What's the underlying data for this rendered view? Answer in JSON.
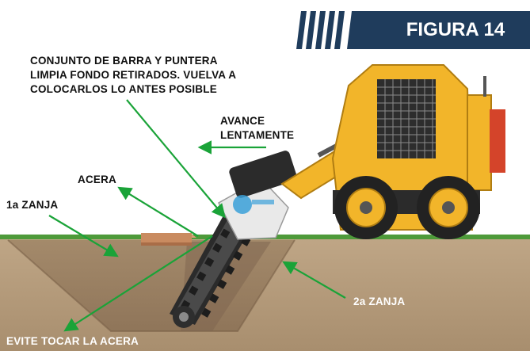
{
  "figure": {
    "label": "FIGURA 14",
    "accent_color": "#1f3c5c"
  },
  "labels": {
    "assembly_note": [
      "CONJUNTO DE BARRA Y PUNTERA",
      "LIMPIA FONDO RETIRADOS. VUELVA A",
      "COLOCARLOS LO ANTES POSIBLE"
    ],
    "advance": [
      "AVANCE",
      "LENTAMENTE"
    ],
    "sidewalk": "ACERA",
    "first_trench": "1a ZANJA",
    "second_trench": "2a ZANJA",
    "warning": "EVITE TOCAR LA ACERA"
  },
  "colors": {
    "arrow": "#1aa338",
    "soil": "#b59c7c",
    "soil_dark": "#9c8263",
    "grass": "#4e9a3a",
    "machine_yellow": "#f2b52a",
    "sidewalk": "#c98b60"
  },
  "icons": {
    "machine": "skid-steer-trencher-icon"
  }
}
